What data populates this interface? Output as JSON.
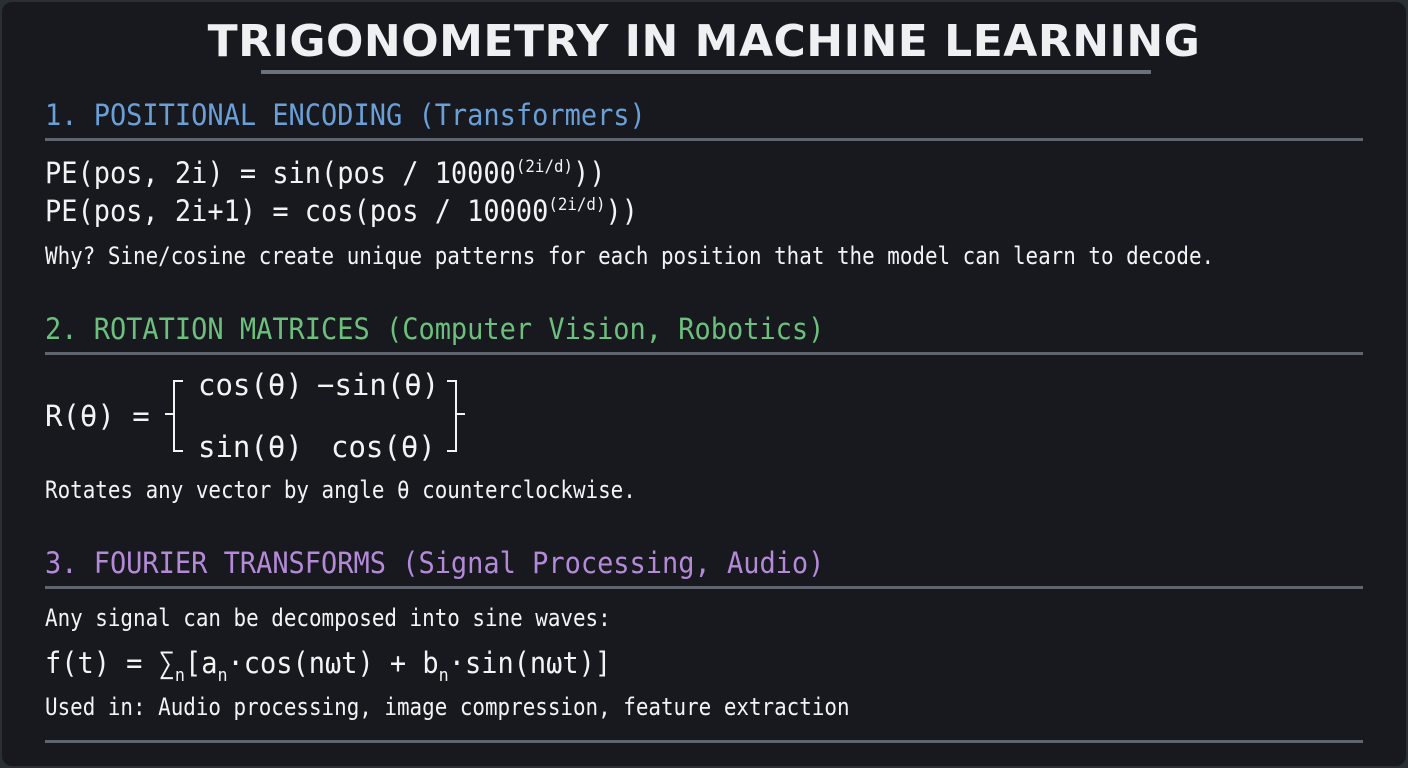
{
  "title": "TRIGONOMETRY IN MACHINE LEARNING",
  "colors": {
    "background": "#17191e",
    "title": "#eef0f2",
    "rule": "#5e656e",
    "section1": "#6a9fd8",
    "section2": "#6cbf7d",
    "section3": "#b48ad8",
    "body_text": "#f2f3f5"
  },
  "sections": [
    {
      "heading": "1. POSITIONAL ENCODING (Transformers)",
      "formulas": [
        {
          "prefix": "PE(pos, 2i) = sin(pos / 10000",
          "exponent": "(2i/d)",
          "suffix": "))"
        },
        {
          "prefix": "PE(pos, 2i+1) = cos(pos / 10000",
          "exponent": "(2i/d)",
          "suffix": "))"
        }
      ],
      "note": "Why? Sine/cosine create unique patterns for each position that the model can learn to decode."
    },
    {
      "heading": "2. ROTATION MATRICES (Computer Vision, Robotics)",
      "matrix": {
        "lhs": "R(θ) =",
        "rows": [
          [
            "cos(θ)",
            "−sin(θ)"
          ],
          [
            "sin(θ)",
            "cos(θ)"
          ]
        ]
      },
      "note": "Rotates any vector by angle θ counterclockwise."
    },
    {
      "heading": "3. FOURIER TRANSFORMS (Signal Processing, Audio)",
      "intro": "Any signal can be decomposed into sine waves:",
      "formula": {
        "p1": "f(t) = ∑",
        "s1": "n",
        "p2": "[a",
        "s2": "n",
        "p3": "·cos(nωt) + b",
        "s3": "n",
        "p4": "·sin(nωt)]"
      },
      "note": "Used in: Audio processing, image compression, feature extraction"
    }
  ]
}
